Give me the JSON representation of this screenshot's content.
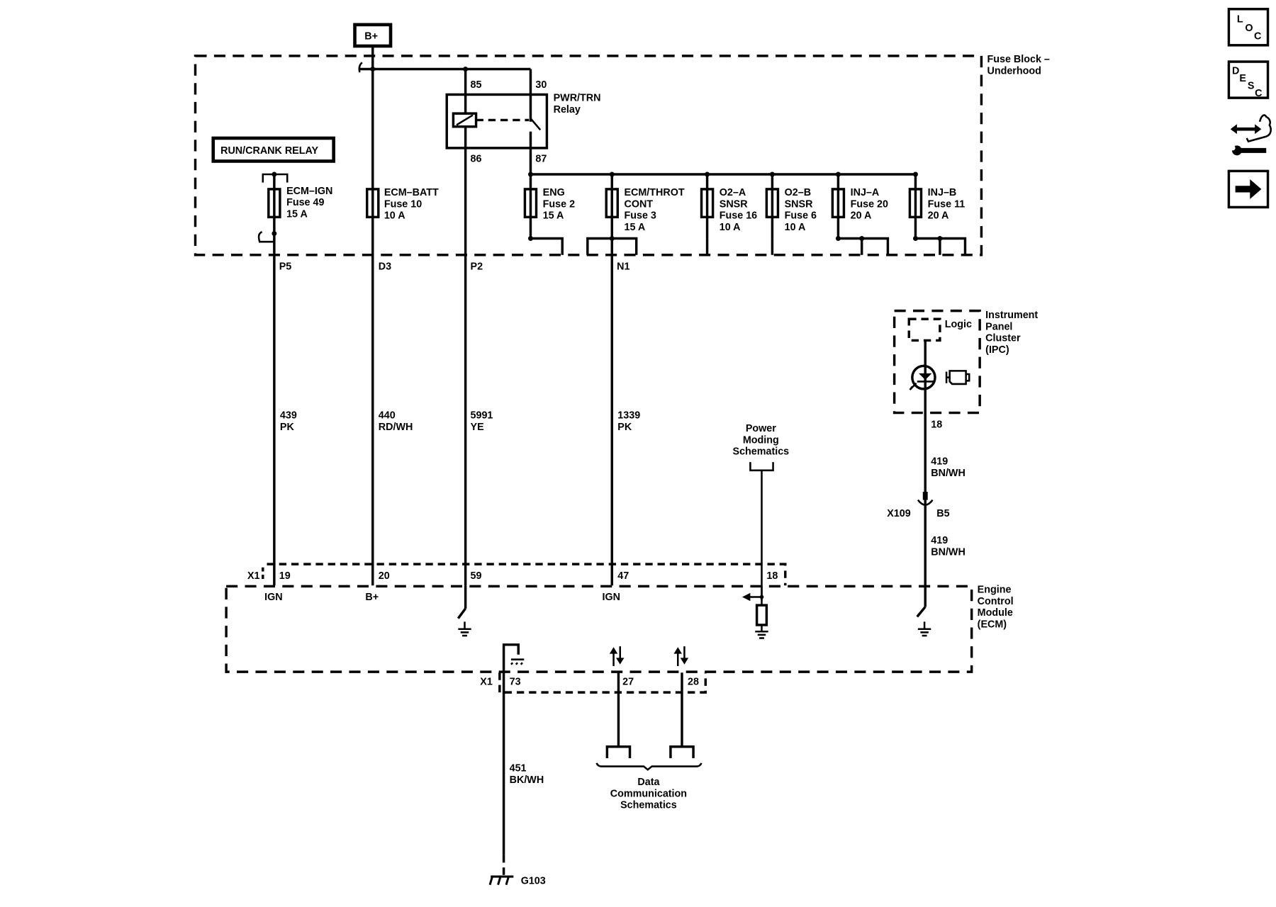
{
  "diagram": {
    "battery_label": "B+",
    "fuse_block_title": [
      "Fuse Block –",
      "Underhood"
    ],
    "run_crank_relay_label": "RUN/CRANK RELAY",
    "relay": {
      "name": [
        "PWR/TRN",
        "Relay"
      ],
      "pins": {
        "p85": "85",
        "p30": "30",
        "p86": "86",
        "p87": "87"
      }
    },
    "fuses": [
      {
        "name": "ECM–IGN",
        "fuse": "Fuse 49",
        "rating": "15 A"
      },
      {
        "name": "ECM–BATT",
        "fuse": "Fuse 10",
        "rating": "10 A"
      },
      {
        "name": "ENG",
        "fuse": "Fuse 2",
        "rating": "15 A"
      },
      {
        "name": "ECM/THROT",
        "name2": "CONT",
        "fuse": "Fuse 3",
        "rating": "15 A"
      },
      {
        "name": "O2–A",
        "name2": "SNSR",
        "fuse": "Fuse 16",
        "rating": "10 A"
      },
      {
        "name": "O2–B",
        "name2": "SNSR",
        "fuse": "Fuse 6",
        "rating": "10 A"
      },
      {
        "name": "INJ–A",
        "fuse": "Fuse 20",
        "rating": "20 A"
      },
      {
        "name": "INJ–B",
        "fuse": "Fuse 11",
        "rating": "20 A"
      }
    ],
    "fuse_block_pins": {
      "p5": "P5",
      "d3": "D3",
      "p2": "P2",
      "n1": "N1"
    },
    "wires": [
      {
        "circuit": "439",
        "color": "PK"
      },
      {
        "circuit": "440",
        "color": "RD/WH"
      },
      {
        "circuit": "5991",
        "color": "YE"
      },
      {
        "circuit": "1339",
        "color": "PK"
      },
      {
        "circuit": "419",
        "color": "BN/WH"
      },
      {
        "circuit": "419",
        "color": "BN/WH"
      },
      {
        "circuit": "451",
        "color": "BK/WH"
      }
    ],
    "power_moding": [
      "Power",
      "Moding",
      "Schematics"
    ],
    "ipc": {
      "title": [
        "Instrument",
        "Panel",
        "Cluster",
        "(IPC)"
      ],
      "logic_label": "Logic",
      "pin": "18"
    },
    "inline_connector": {
      "name": "X109",
      "pin": "B5"
    },
    "ecm": {
      "title": [
        "Engine",
        "Control",
        "Module",
        "(ECM)"
      ],
      "connector": "X1",
      "top_pins": [
        "19",
        "20",
        "59",
        "47",
        "18"
      ],
      "bottom_pins": [
        "73",
        "27",
        "28"
      ],
      "pin_functions": {
        "p19": "IGN",
        "p20": "B+",
        "p47": "IGN"
      }
    },
    "data_comm": [
      "Data",
      "Communication",
      "Schematics"
    ],
    "ground": "G103"
  },
  "nav_buttons": [
    {
      "id": "loc",
      "letters": [
        "L",
        "O",
        "C"
      ]
    },
    {
      "id": "desc",
      "letters": [
        "D",
        "E",
        "S",
        "C"
      ]
    },
    {
      "id": "repair"
    },
    {
      "id": "next"
    }
  ]
}
